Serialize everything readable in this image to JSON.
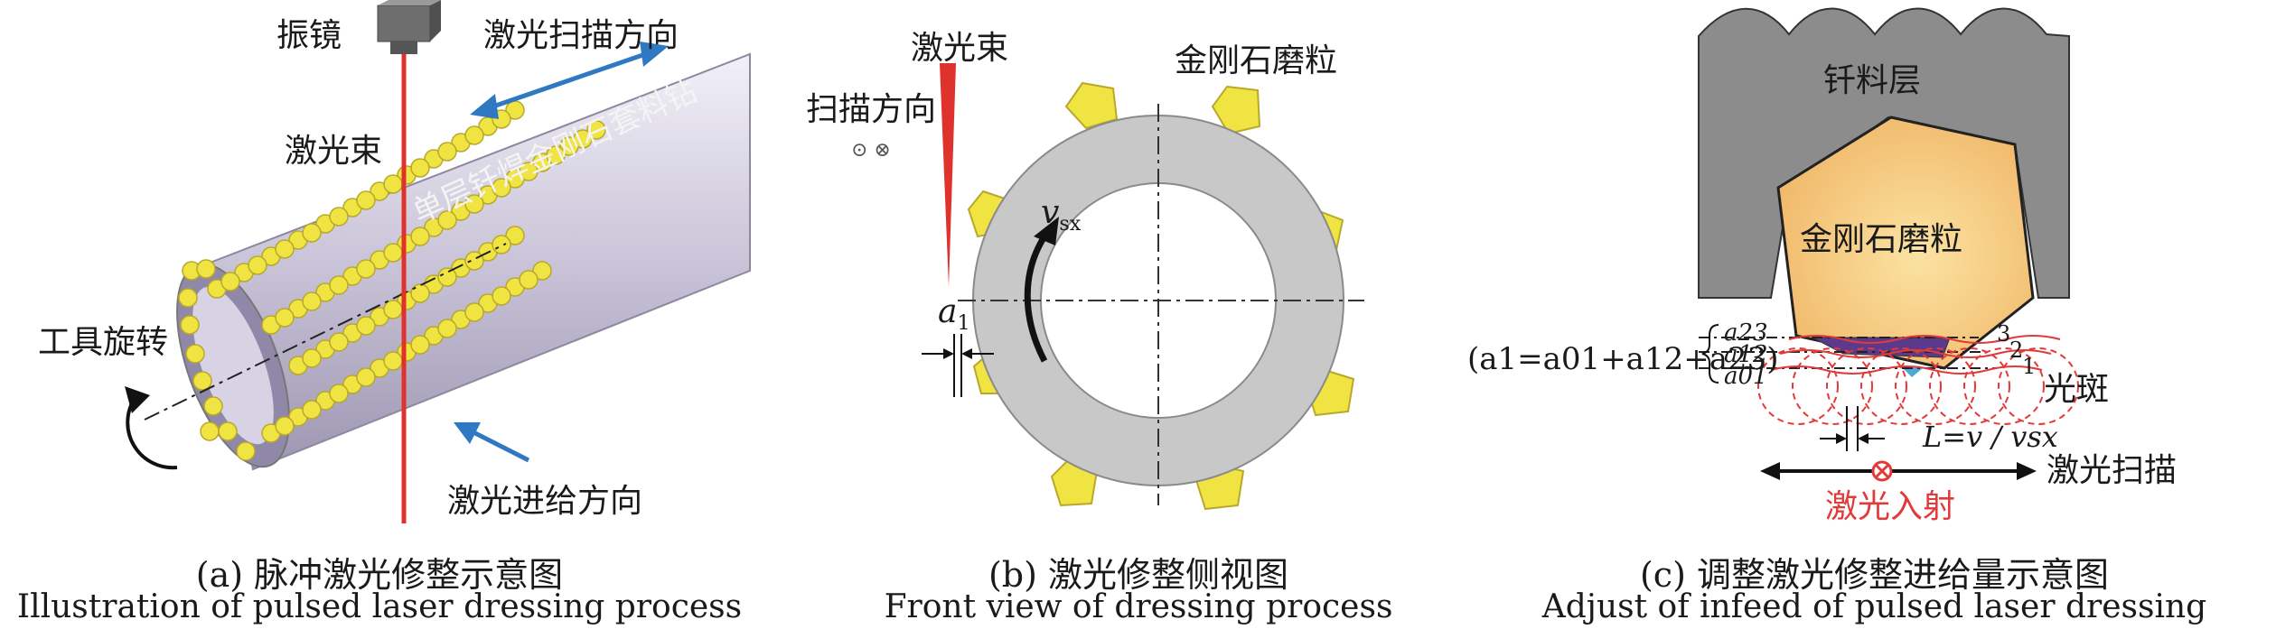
{
  "panel_a": {
    "caption_cn": "(a) 脉冲激光修整示意图",
    "caption_en": "Illustration of pulsed laser dressing process",
    "labels": {
      "galvo": "振镜",
      "scan_dir": "激光扫描方向",
      "beam": "激光束",
      "tool_body": "单层钎焊金刚石套料钻",
      "tool_rotation": "工具旋转",
      "feed_dir": "激光进给方向"
    }
  },
  "panel_b": {
    "caption_cn": "(b) 激光修整侧视图",
    "caption_en": "Front view of dressing process",
    "labels": {
      "beam": "激光束",
      "scan_dir": "扫描方向",
      "scan_symbols": "⊙ ⊗",
      "grit": "金刚石磨粒",
      "vsx_base": "v",
      "vsx_sub": "sx",
      "a1_base": "a",
      "a1_sub": "1"
    }
  },
  "panel_c": {
    "caption_cn": "(c) 调整激光修整进给量示意图",
    "caption_en": "Adjust of infeed of pulsed laser dressing",
    "labels": {
      "solder_layer": "钎料层",
      "grit": "金刚石磨粒",
      "formula": "(a1=a01+a12+a23)",
      "a23": "a23",
      "a12": "a12",
      "a01": "a01",
      "n3": "3",
      "n2": "2",
      "n1": "1",
      "spot": "光斑",
      "L_eq": "L=v / vsx",
      "laser_scan": "激光扫描",
      "laser_incident": "激光入射"
    },
    "colors": {
      "incident": "#e23a3a",
      "grit_fill": "#f7c873"
    }
  }
}
